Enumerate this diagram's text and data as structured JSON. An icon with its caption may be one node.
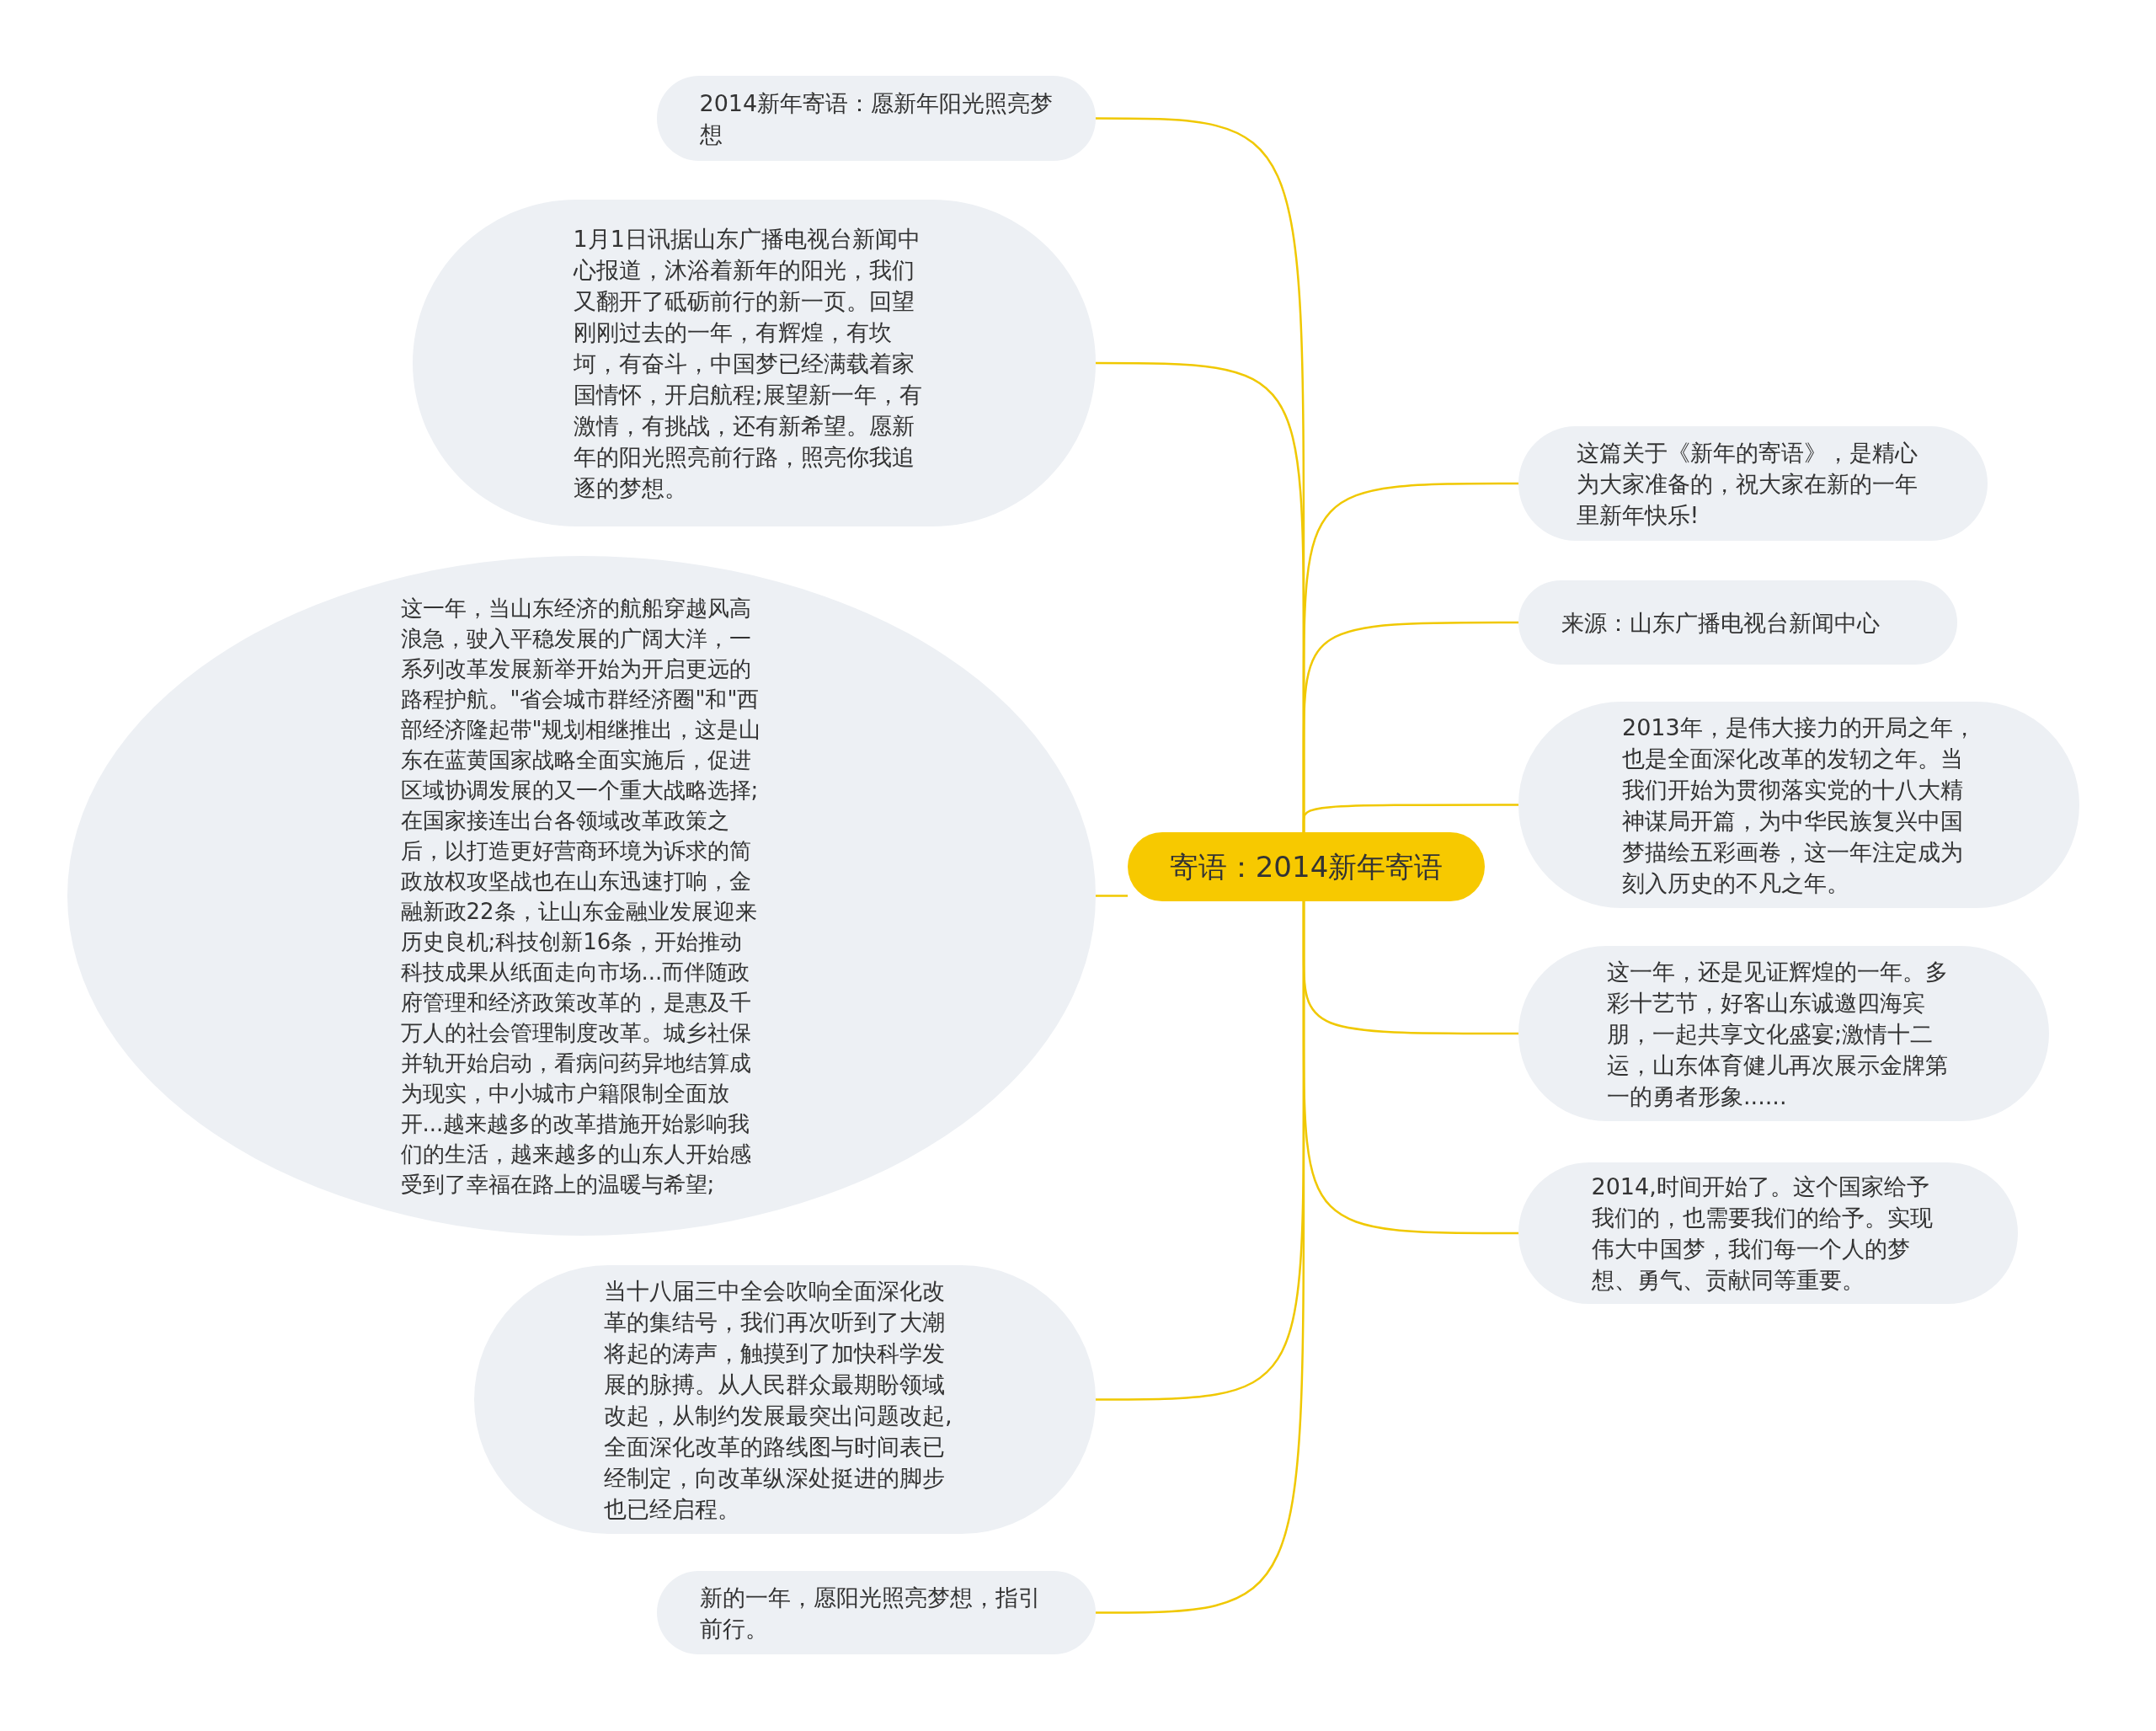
{
  "diagram": {
    "nodes": [
      {
        "text": [
          "寄语：2014新年寄语"
        ]
      },
      {
        "text": [
          "2014新年寄语：愿新年阳光照亮梦想"
        ]
      },
      {
        "text": [
          "1月1日讯据山东广播电视台新闻中心报道，沐浴着新年的阳光，我们又翻开了砥砺前行的新一页。回望刚刚过去的一年，有辉煌，有坎坷，有奋斗，中国梦已经满载着家国情怀，开启航程;展望新一年，有激情，有挑战，还有新希望。愿新年的阳光照亮前行路，照亮你我追逐的梦想。"
        ]
      },
      {
        "text": [
          "这一年，当山东经济的航船穿越风高浪急，驶入平稳发展的广阔大洋，一系列改革发展新举开始为开启更远的路程护航。\"省会城市群经济圈\"和\"西部经济隆起带\"规划相继推出，这是山东在蓝黄国家战略全面实施后，促进区域协调发展的又一个重大战略选择;在国家接连出台各领域改革政策之后，以打造更好营商环境为诉求的简政放权攻坚战也在山东迅速打响，金融新政22条，让山东金融业发展迎来历史良机;科技创新16条，开始推动科技成果从纸面走向市场...而伴随政府管理和经济政策改革的，是惠及千万人的社会管理制度改革。城乡社保并轨开始启动，看病问药异地结算成为现实，中小城市户籍限制全面放开...越来越多的改革措施开始影响我们的生活，越来越多的山东人开始感受到了幸福在路上的温暖与希望;"
        ]
      },
      {
        "text": [
          "当十八届三中全会吹响全面深化改革的集结号，我们再次听到了大潮将起的涛声，触摸到了加快科学发展的脉搏。从人民群众最期盼领域改起，从制约发展最突出问题改起,全面深化改革的路线图与时间表已经制定，向改革纵深处挺进的脚步也已经启程。"
        ]
      },
      {
        "text": [
          "新的一年，愿阳光照亮梦想，指引前行。"
        ]
      },
      {
        "text": [
          "这篇关于《新年的寄语》，是精心为大家准备的，祝大家在新的一年里新年快乐!"
        ]
      },
      {
        "text": [
          "来源：山东广播电视台新闻中心"
        ]
      },
      {
        "text": [
          "2013年，是伟大接力的开局之年，也是全面深化改革的发轫之年。当我们开始为贯彻落实党的十八大精神谋局开篇，为中华民族复兴中国梦描绘五彩画卷，这一年注定成为刻入历史的不凡之年。"
        ]
      },
      {
        "text": [
          "这一年，还是见证辉煌的一年。多彩十艺节，好客山东诚邀四海宾朋，一起共享文化盛宴;激情十二运，山东体育健儿再次展示金牌第一的勇者形象......"
        ]
      },
      {
        "text": [
          "2014,时间开始了。这个国家给予我们的，也需要我们的给予。实现伟大中国梦，我们每一个人的梦想、勇气、贡献同等重要。"
        ]
      }
    ],
    "edges": [
      {
        "from": 0,
        "to": 1,
        "arrow": "none"
      },
      {
        "from": 0,
        "to": 2,
        "arrow": "none"
      },
      {
        "from": 0,
        "to": 3,
        "arrow": "none"
      },
      {
        "from": 0,
        "to": 4,
        "arrow": "none"
      },
      {
        "from": 0,
        "to": 5,
        "arrow": "none"
      },
      {
        "from": 0,
        "to": 6,
        "arrow": "none"
      },
      {
        "from": 0,
        "to": 7,
        "arrow": "none"
      },
      {
        "from": 0,
        "to": 8,
        "arrow": "none"
      },
      {
        "from": 0,
        "to": 9,
        "arrow": "none"
      },
      {
        "from": 0,
        "to": 10,
        "arrow": "none"
      }
    ]
  }
}
